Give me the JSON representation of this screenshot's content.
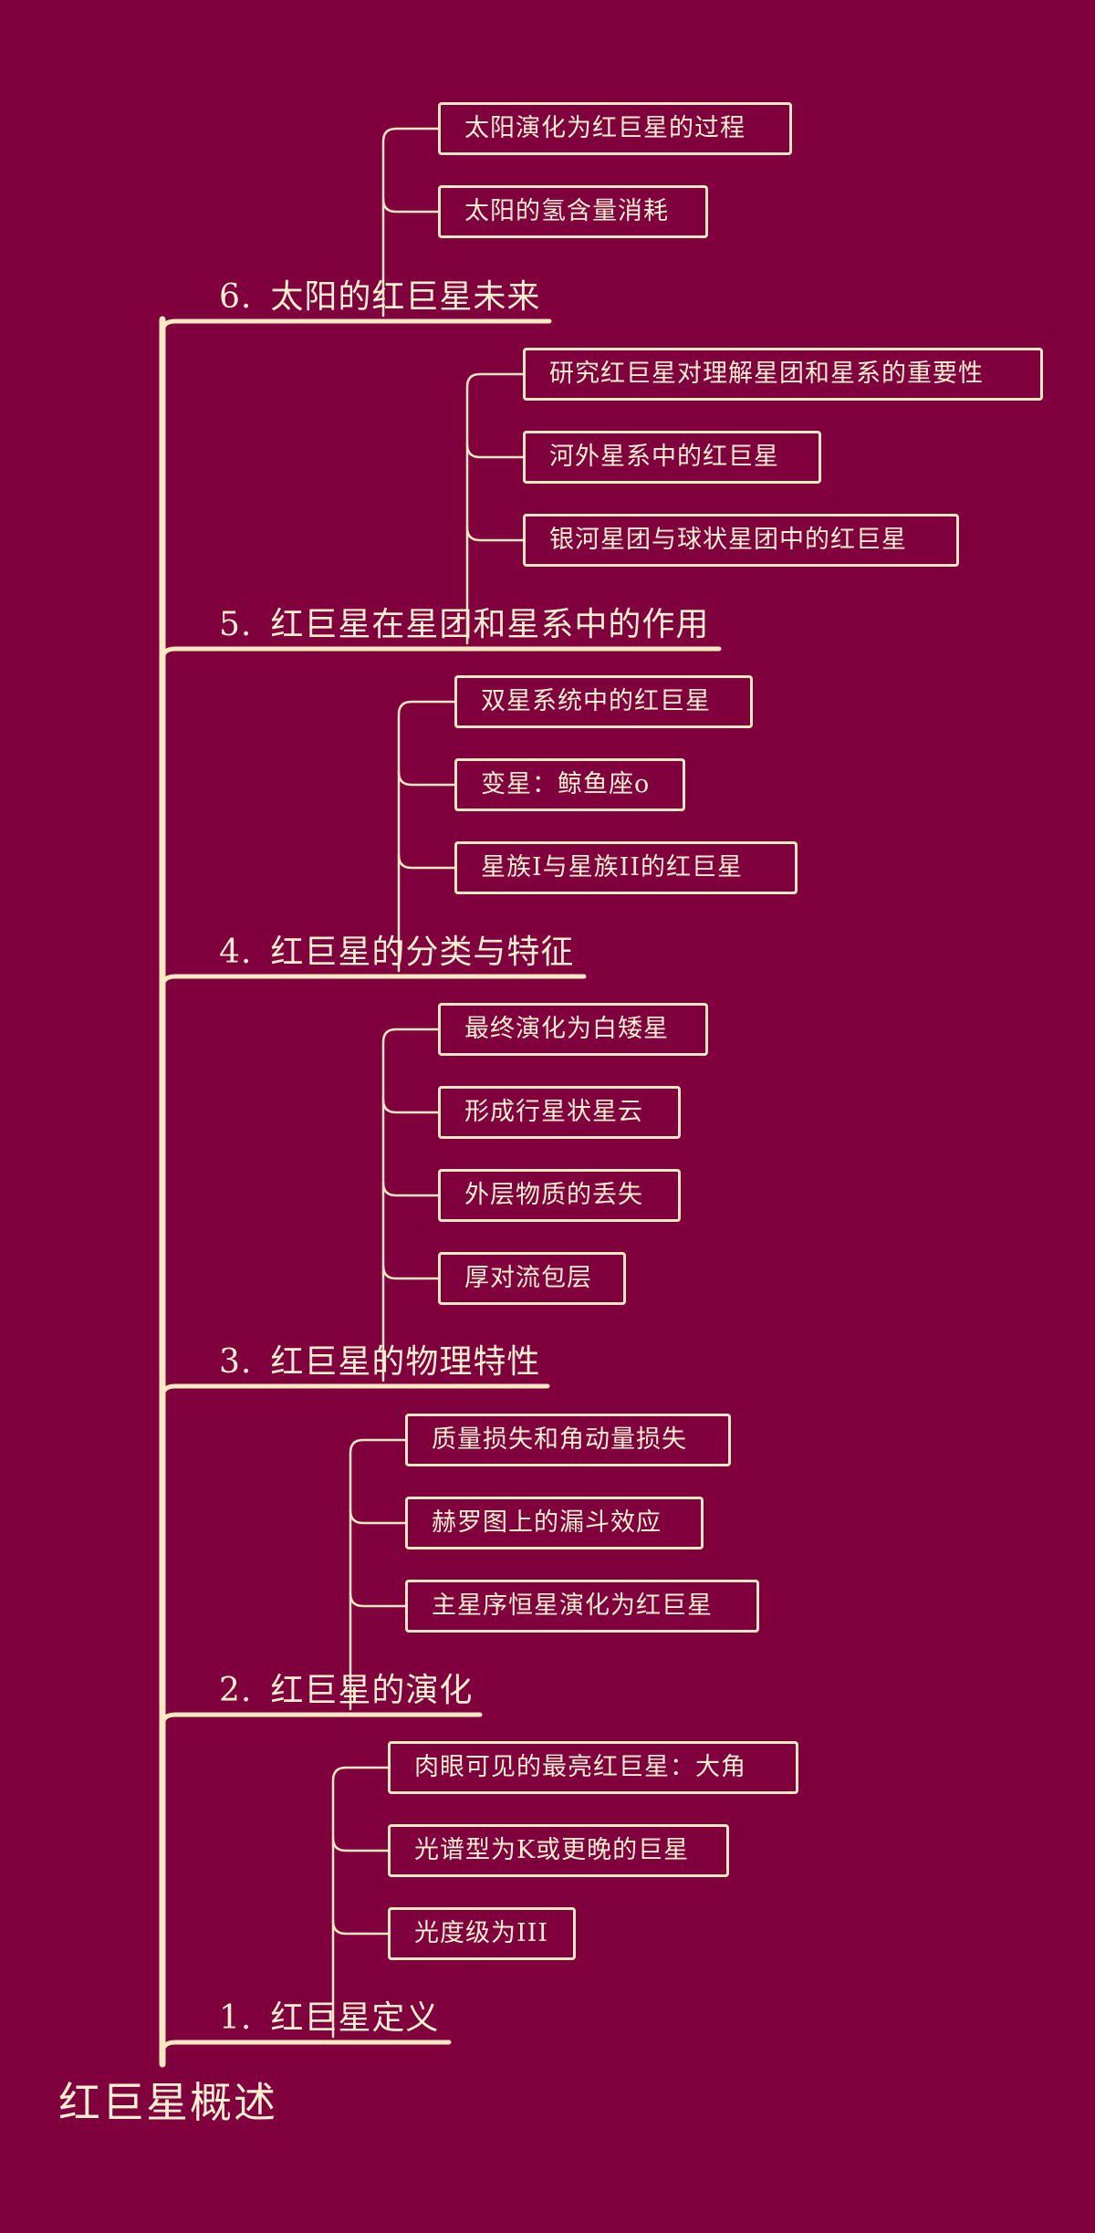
{
  "colors": {
    "background": "#7f003c",
    "line": "#fbe9c2",
    "text": "#fdf0d0"
  },
  "root": {
    "label": "红巨星概述"
  },
  "branches": [
    {
      "num": "6.",
      "label": "太阳的红巨星未来",
      "children": [
        "太阳演化为红巨星的过程",
        "太阳的氢含量消耗"
      ]
    },
    {
      "num": "5.",
      "label": "红巨星在星团和星系中的作用",
      "children": [
        "研究红巨星对理解星团和星系的重要性",
        "河外星系中的红巨星",
        "银河星团与球状星团中的红巨星"
      ]
    },
    {
      "num": "4.",
      "label": "红巨星的分类与特征",
      "children": [
        "双星系统中的红巨星",
        "变星：鲸鱼座o",
        "星族I与星族II的红巨星"
      ]
    },
    {
      "num": "3.",
      "label": "红巨星的物理特性",
      "children": [
        "最终演化为白矮星",
        "形成行星状星云",
        "外层物质的丢失",
        "厚对流包层"
      ]
    },
    {
      "num": "2.",
      "label": "红巨星的演化",
      "children": [
        "质量损失和角动量损失",
        "赫罗图上的漏斗效应",
        "主星序恒星演化为红巨星"
      ]
    },
    {
      "num": "1.",
      "label": "红巨星定义",
      "children": [
        "肉眼可见的最亮红巨星：大角",
        "光谱型为K或更晚的巨星",
        "光度级为III"
      ]
    }
  ]
}
